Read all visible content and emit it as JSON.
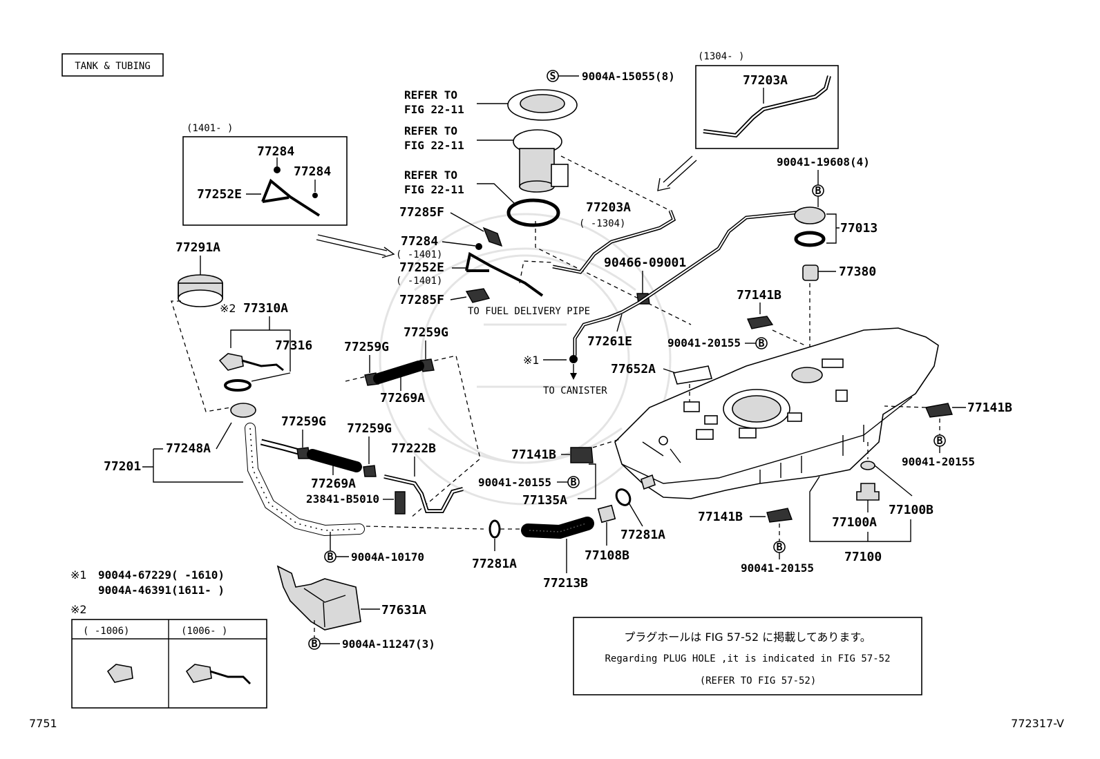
{
  "header": {
    "section_title": "TANK & TUBING"
  },
  "footer": {
    "page_code_left": "7751",
    "page_code_right": "772317-V"
  },
  "insets": {
    "box_1401": {
      "date_range": "(1401-      )",
      "labels": [
        "77284",
        "77284",
        "77252E"
      ]
    },
    "box_1304": {
      "date_range": "(1304-      )",
      "labels": [
        "77203A"
      ]
    }
  },
  "refer_labels": [
    {
      "line1": "REFER TO",
      "line2": "FIG 22-11"
    },
    {
      "line1": "REFER TO",
      "line2": "FIG 22-11"
    },
    {
      "line1": "REFER TO",
      "line2": "FIG 22-11"
    }
  ],
  "part_labels": {
    "p9004A15055": "9004A-15055(8)",
    "p90041_19608": "90041-19608(4)",
    "p77013": "77013",
    "p77380": "77380",
    "p77203A": "77203A",
    "p77203A_range": "(    -1304)",
    "p77285F_a": "77285F",
    "p77284": "77284",
    "p77284_range": "(    -1401)",
    "p77252E": "77252E",
    "p77252E_range": "(    -1401)",
    "p77285F_b": "77285F",
    "to_fuel_delivery": "TO FUEL DELIVERY PIPE",
    "p90466": "90466-09001",
    "p77261E": "77261E",
    "to_canister": "TO CANISTER",
    "note1_marker": "※1",
    "p77141B_top": "77141B",
    "p90041_20155_top": "90041-20155",
    "p77652A": "77652A",
    "p77291A": "77291A",
    "p77310A": "77310A",
    "note2_marker": "※2",
    "p77316": "77316",
    "p77259G_a": "77259G",
    "p77259G_b": "77259G",
    "p77269A_a": "77269A",
    "p77248A": "77248A",
    "p77201": "77201",
    "p77259G_c": "77259G",
    "p77259G_d": "77259G",
    "p77222B": "77222B",
    "p77269A_b": "77269A",
    "p23841": "23841-B5010",
    "p9004A10170": "9004A-10170",
    "p77141B_mid": "77141B",
    "p90041_20155_mid": "90041-20155",
    "p77135A": "77135A",
    "p77281A_a": "77281A",
    "p77281A_b": "77281A",
    "p77108B": "77108B",
    "p77213B": "77213B",
    "p77141B_right": "77141B",
    "p90041_20155_right": "90041-20155",
    "p77141B_low": "77141B",
    "p90041_20155_low": "90041-20155",
    "p77100A": "77100A",
    "p77100B": "77100B",
    "p77100": "77100",
    "p77631A": "77631A",
    "p9004A11247": "9004A-11247(3)"
  },
  "notes": {
    "n1_marker": "※1",
    "n1_line1": "90044-67229(     -1610)",
    "n1_line2": "9004A-46391(1611-     )",
    "n2_marker": "※2",
    "n2_col1": "(     -1006)",
    "n2_col2": "(1006-     )"
  },
  "plug_hole_note": {
    "jp": "プラグホールは FIG 57-52 に掲載してあります。",
    "en": "Regarding PLUG HOLE ,it is indicated in FIG 57-52",
    "ref": "(REFER TO FIG 57-52)"
  },
  "symbols": {
    "bolt": "B",
    "screw": "S"
  }
}
